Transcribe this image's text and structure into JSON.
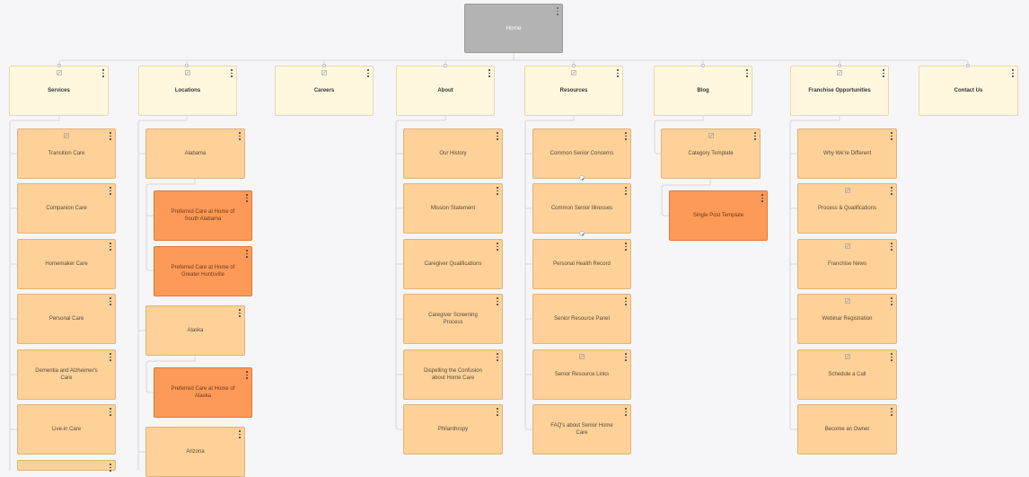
{
  "icons": {
    "menu": "more-vertical-icon",
    "edit": "edit-note-icon"
  },
  "colors": {
    "home": "#b3b3b3",
    "top_level": "#fff8df",
    "second_level": "#fdd197",
    "third_level": "#fe9a58",
    "connector": "#d6d6dc",
    "canvas": "#f6f6f9"
  },
  "home": {
    "label": "Home"
  },
  "columns": [
    {
      "label": "Services",
      "children": [
        {
          "label": "Transition Care"
        },
        {
          "label": "Companion Care"
        },
        {
          "label": "Homemaker Care"
        },
        {
          "label": "Personal Care"
        },
        {
          "label": "Dementia and Alzheimer's Care"
        },
        {
          "label": "Live-in Care"
        },
        {
          "label": ""
        }
      ]
    },
    {
      "label": "Locations",
      "children": [
        {
          "label": "Alabama",
          "children": [
            {
              "label": "Preferred Care at Home of South Alabama"
            },
            {
              "label": "Preferred Care at Home of Greater Huntsville"
            }
          ]
        },
        {
          "label": "Alaska",
          "children": [
            {
              "label": "Preferred Care at Home of Alaska"
            }
          ]
        },
        {
          "label": "Arizona"
        }
      ]
    },
    {
      "label": "Careers",
      "children": []
    },
    {
      "label": "About",
      "children": [
        {
          "label": "Our History"
        },
        {
          "label": "Mission Statement"
        },
        {
          "label": "Caregiver Qualifications"
        },
        {
          "label": "Caregiver Screening Process"
        },
        {
          "label": "Dispelling the Confusion about Home Care"
        },
        {
          "label": "Philanthropy"
        }
      ]
    },
    {
      "label": "Resources",
      "children": [
        {
          "label": "Common Senior Concerns"
        },
        {
          "label": "Common Senior Illnesses"
        },
        {
          "label": "Personal Health Record"
        },
        {
          "label": "Senior Resource Panel"
        },
        {
          "label": "Senior Resource Links"
        },
        {
          "label": "FAQ's about Senior Home Care"
        }
      ]
    },
    {
      "label": "Blog",
      "children": [
        {
          "label": "Category Template",
          "children": [
            {
              "label": "Single Post Template"
            }
          ]
        }
      ]
    },
    {
      "label": "Franchise Opportunities",
      "children": [
        {
          "label": "Why We're Different"
        },
        {
          "label": "Process & Qualifications"
        },
        {
          "label": "Franchise News"
        },
        {
          "label": "Webinar Registration"
        },
        {
          "label": "Schedule a Call"
        },
        {
          "label": "Become an Owner"
        }
      ]
    },
    {
      "label": "Contact Us",
      "children": []
    }
  ]
}
